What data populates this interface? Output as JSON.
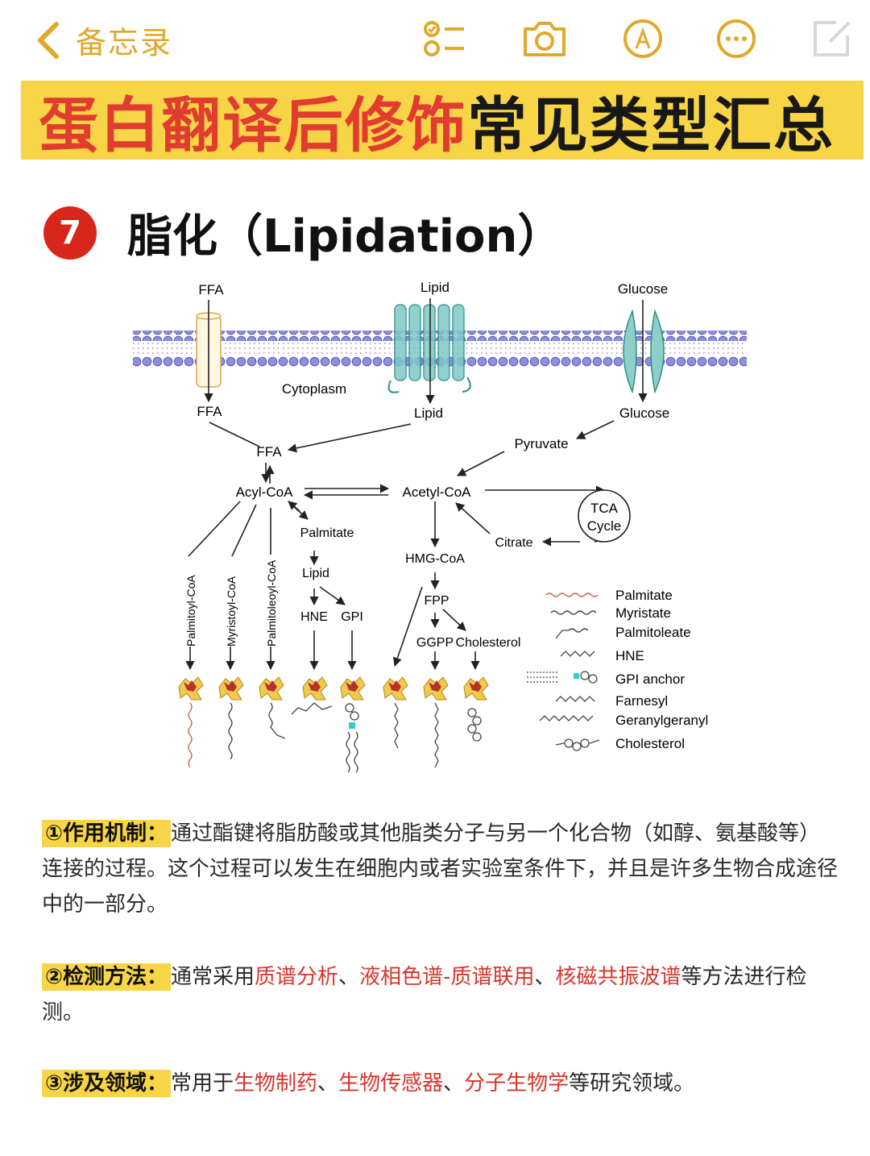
{
  "nav": {
    "back_label": "备忘录"
  },
  "banner": {
    "title_red": "蛋白翻译后修饰",
    "title_dark": "常见类型汇总"
  },
  "section": {
    "number": "7",
    "title": "脂化（Lipidation）"
  },
  "diagram": {
    "top_labels": {
      "ffa": "FFA",
      "lipid": "Lipid",
      "glucose": "Glucose"
    },
    "cytoplasm": "Cytoplasm",
    "inner_labels": {
      "ffa": "FFA",
      "lipid": "Lipid",
      "glucose": "Glucose"
    },
    "nodes": {
      "ffa": "FFA",
      "pyruvate": "Pyruvate",
      "acyl_coa": "Acyl-CoA",
      "acetyl_coa": "Acetyl-CoA",
      "tca1": "TCA",
      "tca2": "Cycle",
      "palmitate": "Palmitate",
      "citrate": "Citrate",
      "hmg_coa": "HMG-CoA",
      "lipid": "Lipid",
      "hne": "HNE",
      "gpi": "GPI",
      "fpp": "FPP",
      "ggpp": "GGPP",
      "cholesterol": "Cholesterol"
    },
    "vertical_labels": [
      "Palmitoyl-CoA",
      "Myristoyl-CoA",
      "Palmitoleoyl-CoA"
    ],
    "legend": [
      "Palmitate",
      "Myristate",
      "Palmitoleate",
      "HNE",
      "GPI anchor",
      "Farnesyl",
      "Geranylgeranyl",
      "Cholesterol"
    ]
  },
  "p1": {
    "label": "①作用机制：",
    "text": "通过酯键将脂肪酸或其他脂类分子与另一个化合物（如醇、氨基酸等）连接的过程。这个过程可以发生在细胞内或者实验室条件下，并且是许多生物合成途径中的一部分。"
  },
  "p2": {
    "label": "②检测方法：",
    "t1": "通常采用",
    "h1": "质谱分析",
    "s1": "、",
    "h2": "液相色谱-质谱联用",
    "s2": "、",
    "h3": "核磁共振波谱",
    "t2": "等方法进行检测。"
  },
  "p3": {
    "label": "③涉及领域：",
    "t1": "常用于",
    "h1": "生物制药",
    "s1": "、",
    "h2": "生物传感器",
    "s2": "、",
    "h3": "分子生物学",
    "t2": "等研究领域。"
  },
  "colors": {
    "accent": "#e0a92a",
    "banner": "#f7d547",
    "red": "#e23b2f"
  }
}
